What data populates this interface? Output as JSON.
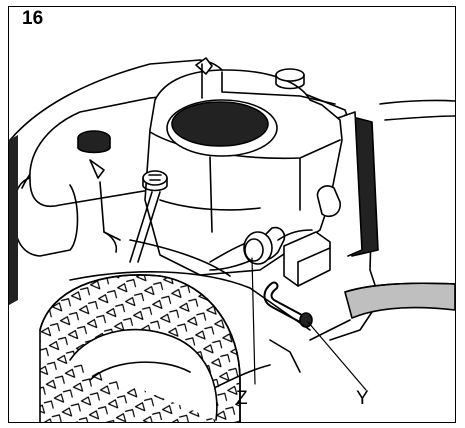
{
  "figure": {
    "number": "16",
    "callouts": {
      "z": "Z",
      "y": "Y"
    }
  },
  "colors": {
    "ink": "#000000",
    "paper": "#ffffff",
    "cap": "#222222",
    "shade": "#bfbfbf"
  }
}
